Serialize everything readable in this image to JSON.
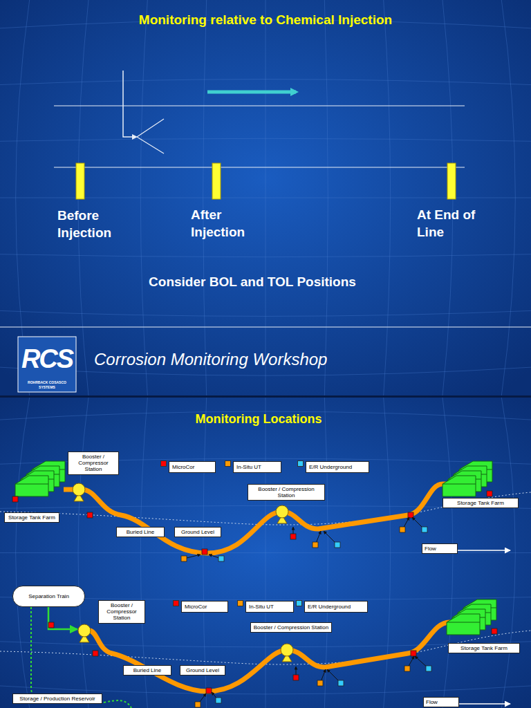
{
  "diagram": {
    "title": "Monitoring relative to Chemical Injection",
    "nodes": [
      {
        "text": [
          "Booster / Compressor Station"
        ]
      },
      {
        "text": [
          "Booster / Compression Station"
        ]
      },
      {
        "text": [
          "Storage Tank Farm"
        ]
      },
      {
        "text": [
          "Buried Line"
        ]
      },
      {
        "text": [
          "Ground Level"
        ]
      },
      {
        "text": [
          "Storage Tank Farm"
        ]
      },
      {
        "text": [
          "Flow"
        ]
      },
      {
        "text": [
          "Separation Train"
        ]
      },
      {
        "text": [
          "Booster / Compressor Station"
        ]
      },
      {
        "text": [
          "Booster / Compression Station"
        ]
      },
      {
        "text": [
          "Storage Tank Farm"
        ]
      },
      {
        "text": [
          "Buried Line"
        ]
      },
      {
        "text": [
          "Ground Level"
        ]
      },
      {
        "text": [
          "Storage / Production Reservoir"
        ]
      },
      {
        "text": [
          "Flow"
        ]
      }
    ],
    "labels": [
      "Before Injection",
      "After Injection",
      "At End of Line",
      "Consider BOL and TOL Positions",
      "RCS",
      "ROHRBACK COSASCO SYSTEMS",
      "Corrosion Monitoring Workshop",
      "Monitoring Locations"
    ],
    "legend": [
      {
        "text": "MicroCor",
        "color": "#ff0000"
      },
      {
        "text": "In-Situ UT",
        "color": "#ff9900"
      },
      {
        "text": "E/R Underground",
        "color": "#33ccff"
      },
      {
        "text": "MicroCor",
        "color": "#ff0000"
      },
      {
        "text": "In-Situ UT",
        "color": "#ff9900"
      },
      {
        "text": "E/R Underground",
        "color": "#33ccff"
      }
    ]
  }
}
